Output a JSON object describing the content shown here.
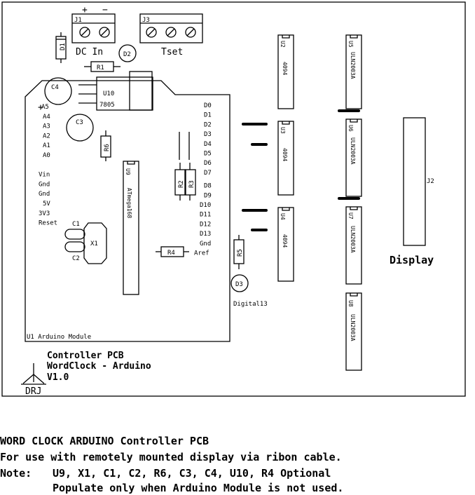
{
  "board": {
    "arduino_module_label": "U1 Arduino Module",
    "left_pins": [
      "A5",
      "A4",
      "A3",
      "A2",
      "A1",
      "A0",
      "",
      "Vin",
      "Gnd",
      "Gnd",
      "5V",
      "3V3",
      "Reset"
    ],
    "plus_sign": "+",
    "right_pins": [
      "D0",
      "D1",
      "D2",
      "D3",
      "D4",
      "D5",
      "D6",
      "D7",
      "D8",
      "D9",
      "D10",
      "D11",
      "D12",
      "D13",
      "Gnd",
      "Aref"
    ],
    "power": {
      "connector": "J1",
      "plus": "+",
      "minus": "−",
      "label": "DC In",
      "diode": "D1",
      "led": "D2",
      "resistor": "R1",
      "regulator": "U10",
      "regulator_value": "7805",
      "cap_c4": "C4",
      "cap_c3": "C3"
    },
    "tset": {
      "connector": "J3",
      "label": "Tset"
    },
    "mcu": {
      "ref": "U9",
      "value": "ATmega168"
    },
    "crystal": {
      "ref": "X1",
      "c1": "C1",
      "c2": "C2"
    },
    "resistors": {
      "r2": "R2",
      "r3": "R3",
      "r4": "R4",
      "r5": "R5",
      "r6": "R6"
    },
    "led_d3": {
      "ref": "D3",
      "label": "Digital13"
    },
    "shift_registers": [
      {
        "ref": "U2",
        "value": "4094"
      },
      {
        "ref": "U3",
        "value": "4094"
      },
      {
        "ref": "U4",
        "value": "4094"
      }
    ],
    "drivers": [
      {
        "ref": "U5",
        "value": "ULN2003A"
      },
      {
        "ref": "U6",
        "value": "ULN2003A"
      },
      {
        "ref": "U7",
        "value": "ULN2003A"
      },
      {
        "ref": "U8",
        "value": "ULN2003A"
      }
    ],
    "display": {
      "ref": "J2",
      "label": "Display"
    },
    "title_block": {
      "line1": "Controller PCB",
      "line2": "WordClock - Arduino",
      "line3": "V1.0",
      "logo": "DRJ"
    }
  },
  "notes": {
    "line1": "WORD CLOCK ARDUINO Controller PCB",
    "line2": "For use with remotely mounted display via ribon cable.",
    "line3_prefix": "Note:",
    "line3": "U9, X1, C1, C2, R6, C3, C4, U10, R4 Optional",
    "line4": "Populate only when Arduino Module is not used."
  }
}
